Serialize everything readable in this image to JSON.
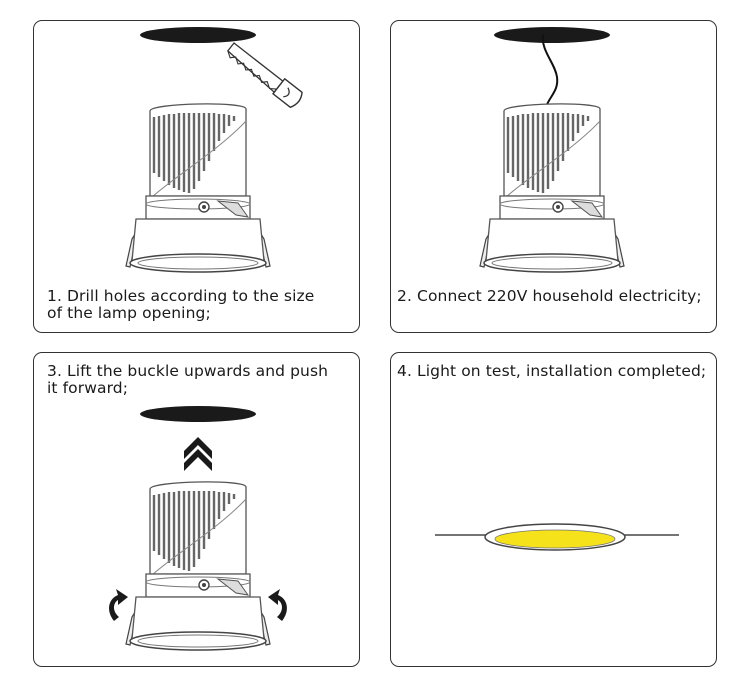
{
  "steps": [
    {
      "number": "1",
      "line1": "1. Drill holes according to the size",
      "line2": "of the lamp opening;"
    },
    {
      "number": "2",
      "line1": "2. Connect 220V household electricity;",
      "line2": ""
    },
    {
      "number": "3",
      "line1": "3. Lift the buckle upwards and push",
      "line2": "it forward;"
    },
    {
      "number": "4",
      "line1": "4. Light on test, installation completed;",
      "line2": ""
    }
  ],
  "colors": {
    "border": "#333333",
    "ceiling_hole": "#1a1a1a",
    "light": "#f5e21a"
  },
  "icons": [
    "drill-saw-icon",
    "power-wire-icon",
    "lift-chevrons-icon",
    "rotate-arrow-icon",
    "lit-lamp-icon"
  ]
}
